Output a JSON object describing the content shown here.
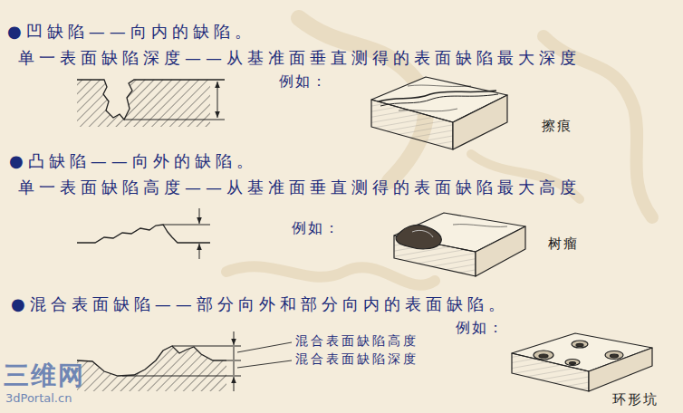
{
  "diagram": {
    "labels": [
      "●凹缺陷——向内的缺陷。",
      "单一表面缺陷深度——从基准面垂直测得的表面缺陷最大深度",
      "例如：",
      "擦痕",
      "●凸缺陷——向外的缺陷。",
      "单一表面缺陷高度——从基准面垂直测得的表面缺陷最大高度",
      "例如：",
      "树瘤",
      "●混合表面缺陷——部分向外和部分向内的表面缺陷。",
      "例如：",
      "混合表面缺陷高度",
      "混合表面缺陷深度",
      "环形坑",
      "三维网",
      "3dPortal.cn"
    ]
  }
}
